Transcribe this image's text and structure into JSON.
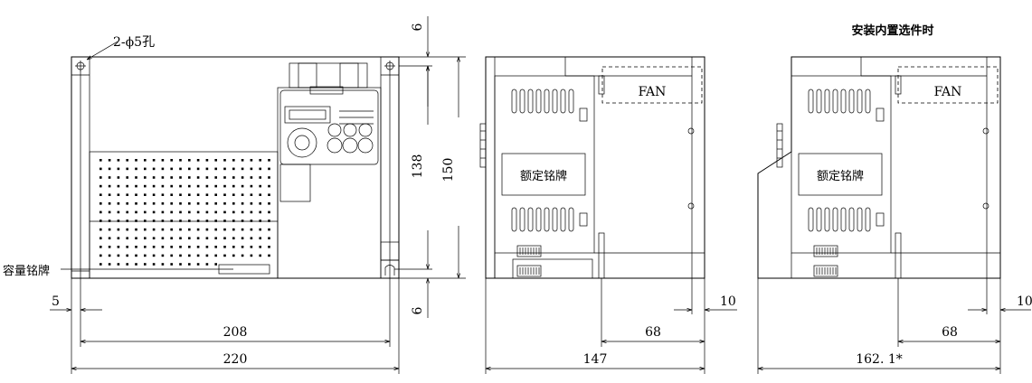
{
  "labels": {
    "hole_note": "2-ϕ5孔",
    "capacity_plate": "容量铭牌",
    "rating_plate_1": "额定铭牌",
    "rating_plate_2": "额定铭牌",
    "fan_1": "FAN",
    "fan_2": "FAN",
    "option_title": "安装内置选件时"
  },
  "dimensions": {
    "top_margin": "6",
    "bottom_margin": "6",
    "inner_height": "138",
    "total_height": "150",
    "hole_offset": "5",
    "hole_pitch": "208",
    "total_width": "220",
    "side_depth_1": "147",
    "side_partial_1": "68",
    "side_offset_1": "10",
    "side_depth_2": "162. 1*",
    "side_partial_2": "68",
    "side_offset_2": "10"
  }
}
